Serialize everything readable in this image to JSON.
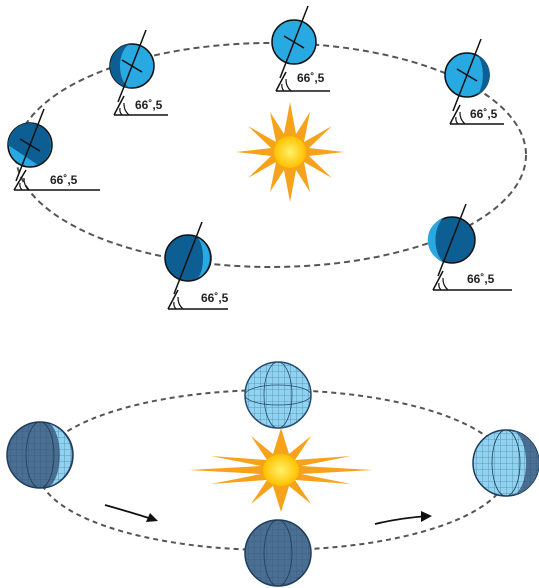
{
  "diagram": {
    "top_panel": {
      "angle_label": "66˚,5",
      "orbit_color": "#555555",
      "sun_outer_color": "#f7a21b",
      "sun_inner_color": "#ffd21f",
      "earth_light_color": "#29a9e1",
      "earth_dark_color": "#0d5e93",
      "earth_positions": [
        "left",
        "upper-left",
        "top",
        "upper-right",
        "right-lower",
        "bottom"
      ]
    },
    "bottom_panel": {
      "orbit_color": "#555555",
      "globe_light_color": "#8fd3f0",
      "globe_dark_color": "#4a6f92",
      "arrows": [
        "left-arrow",
        "right-arrow"
      ]
    }
  }
}
